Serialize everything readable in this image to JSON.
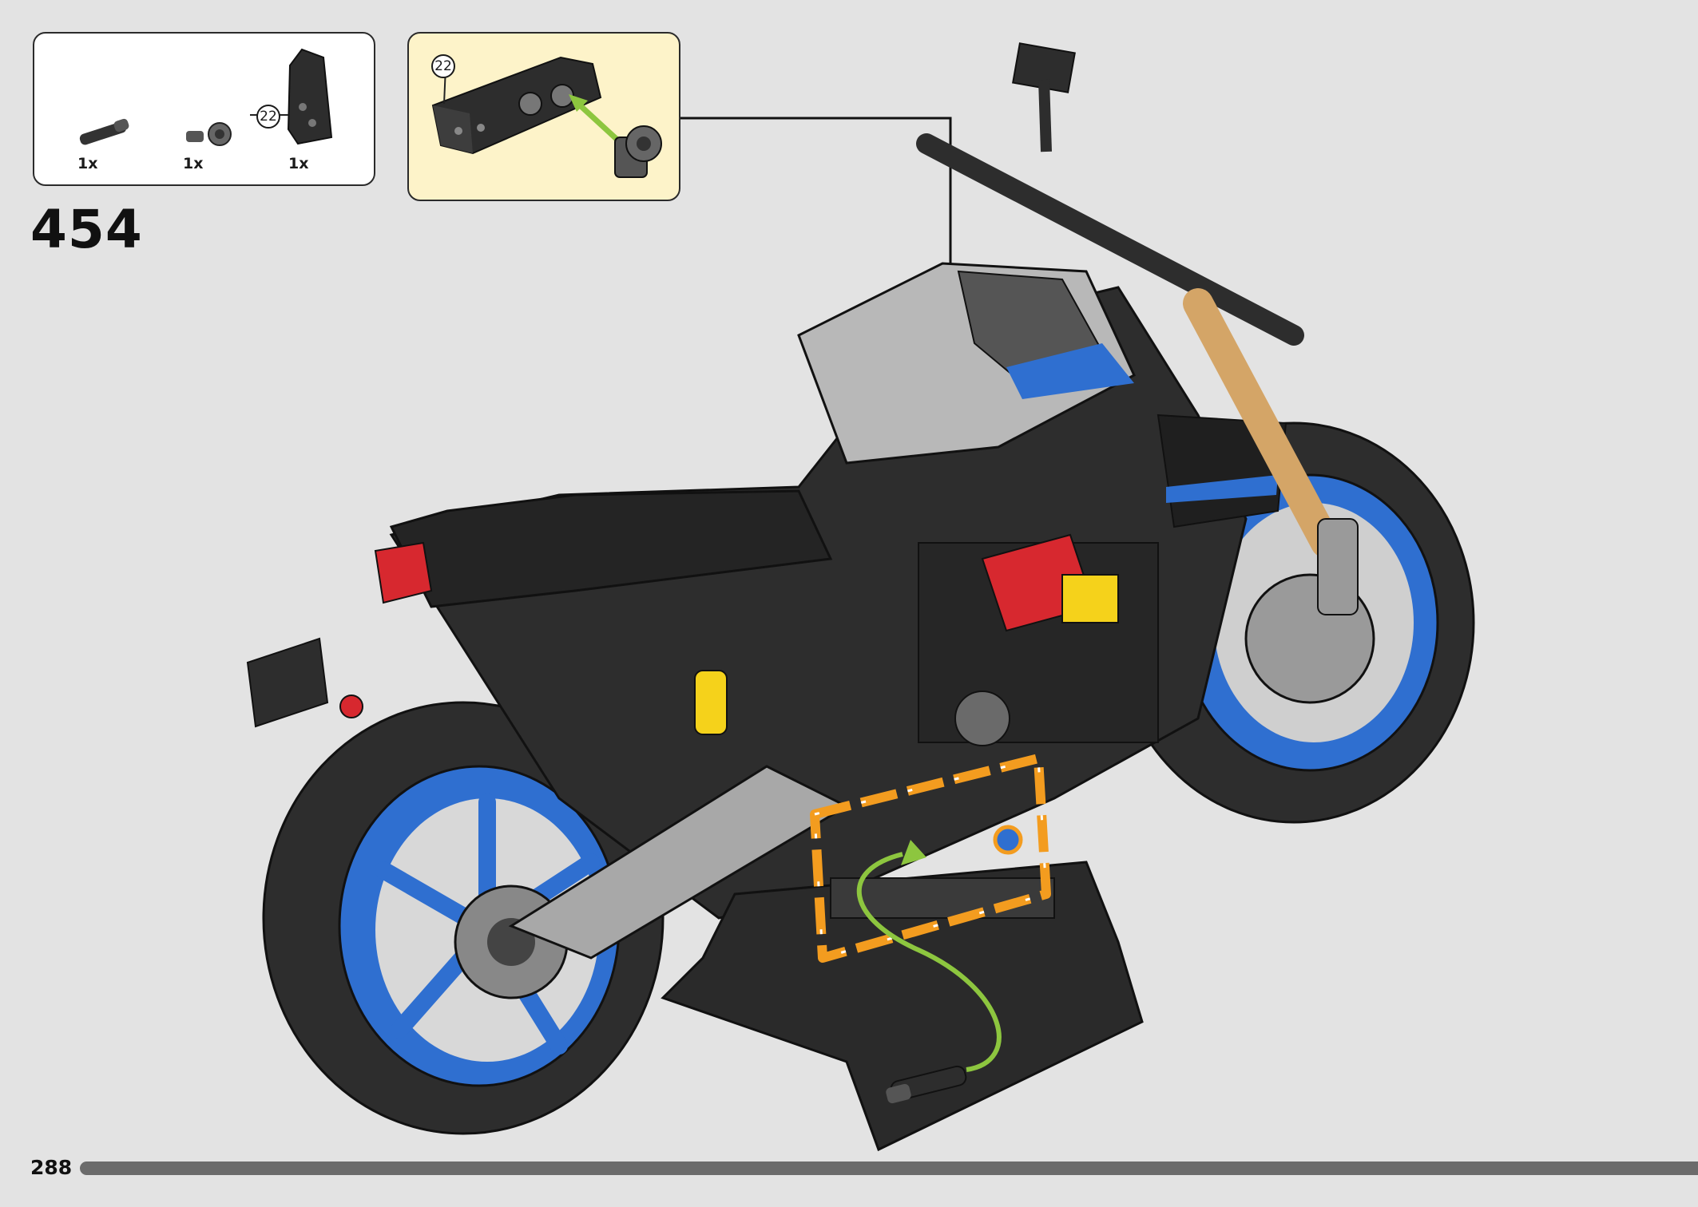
{
  "step": {
    "number": "454"
  },
  "page": {
    "number": "288"
  },
  "parts_list": {
    "items": [
      {
        "qty": "1x",
        "icon": "axle-with-pin-icon"
      },
      {
        "qty": "1x",
        "icon": "axle-connector-icon"
      },
      {
        "qty": "1x",
        "icon": "panel-element-icon",
        "callout": "22"
      }
    ]
  },
  "sub_assembly": {
    "callout": "22"
  },
  "colors": {
    "background": "#e3e3e3",
    "submodel_bg": "#fdf3c9",
    "highlight_orange": "#f39c1f",
    "arrow_green": "#8dc63f",
    "wheel_blue": "#2f6fd0",
    "frame_dark": "#2d2d2d"
  }
}
